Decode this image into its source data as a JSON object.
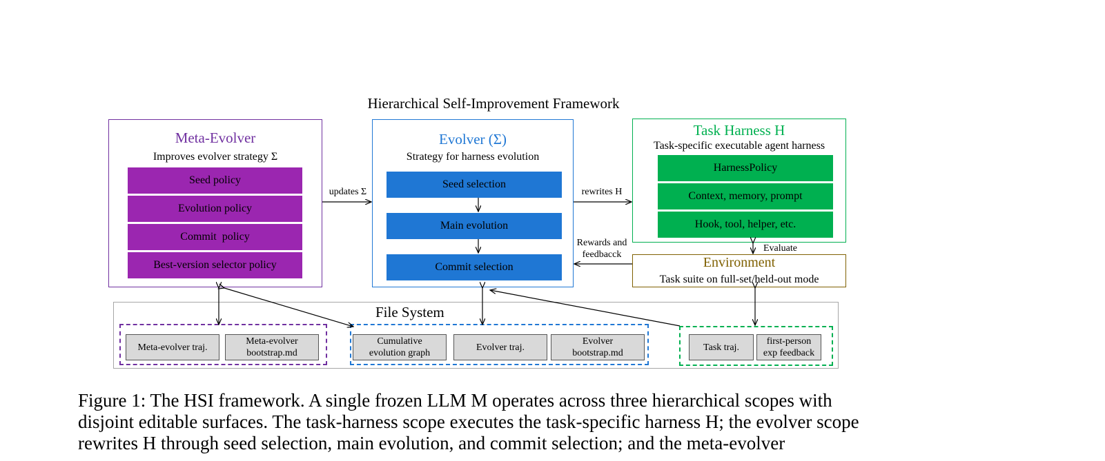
{
  "diagram": {
    "title": "Hierarchical Self-Improvement Framework",
    "colors": {
      "meta": "#7030a0",
      "meta_bar": "#9b26b0",
      "evolver": "#1f77d4",
      "harness": "#00b050",
      "environment": "#7f6000",
      "file_system": "#a6a6a6"
    },
    "meta_evolver": {
      "title": "Meta-Evolver",
      "subtitle": "Improves evolver strategy Σ",
      "items": [
        "Seed policy",
        "Evolution policy",
        "Commit  policy",
        "Best-version selector policy"
      ]
    },
    "evolver": {
      "title": "Evolver (Σ)",
      "subtitle": "Strategy for harness evolution",
      "items": [
        "Seed selection",
        "Main evolution",
        "Commit selection"
      ]
    },
    "task_harness": {
      "title": "Task Harness H",
      "subtitle": "Task-specific executable agent harness",
      "items": [
        "HarnessPolicy",
        "Context, memory, prompt",
        "Hook, tool, helper, etc."
      ]
    },
    "environment": {
      "title": "Environment",
      "subtitle": "Task suite on full-set/held-out mode"
    },
    "edges": {
      "updates": "updates Σ",
      "rewrites": "rewrites H",
      "rewards_line1": "Rewards and",
      "rewards_line2": "feedbacck",
      "evaluate": "Evaluate"
    },
    "file_system": {
      "title": "File System",
      "meta_files": [
        {
          "line1": "Meta-evolver traj.",
          "line2": ""
        },
        {
          "line1": "Meta-evolver",
          "line2": "bootstrap.md"
        }
      ],
      "evolver_files": [
        {
          "line1": "Cumulative",
          "line2": "evolution graph"
        },
        {
          "line1": "Evolver traj.",
          "line2": ""
        },
        {
          "line1": "Evolver",
          "line2": "bootstrap.md"
        }
      ],
      "harness_files": [
        {
          "line1": "Task traj.",
          "line2": ""
        },
        {
          "line1": "first-person",
          "line2": "exp feedback"
        }
      ]
    }
  },
  "caption": {
    "text": "Figure 1: The HSI framework. A single frozen LLM M operates across three hierarchical scopes with disjoint editable surfaces. The task-harness scope executes the task-specific harness H; the evolver scope rewrites H through seed selection, main evolution, and commit selection; and the meta-evolver"
  }
}
